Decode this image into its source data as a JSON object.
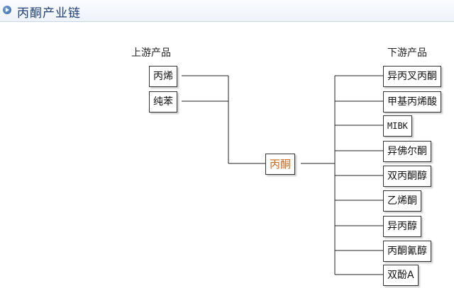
{
  "header": {
    "title": "丙酮产业链",
    "icon": "bullet-arrow-icon"
  },
  "upstream": {
    "label": "上游产品",
    "items": [
      "丙烯",
      "纯苯"
    ]
  },
  "center": {
    "label": "丙酮",
    "color": "#d2691e"
  },
  "downstream": {
    "label": "下游产品",
    "items": [
      "异丙叉丙酮",
      "甲基丙烯酸",
      "MIBK",
      "异佛尔酮",
      "双丙酮醇",
      "乙烯酮",
      "异丙醇",
      "丙酮氰醇",
      "双酚A"
    ]
  }
}
